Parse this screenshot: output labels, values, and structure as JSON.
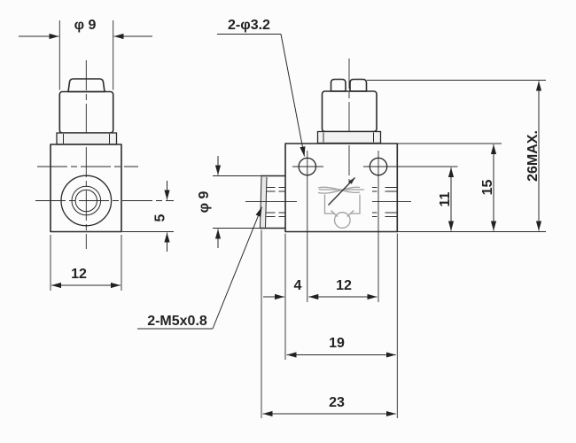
{
  "drawing": {
    "kind": "dimensioned technical drawing, two orthographic views of a miniature speed-controller valve with knurled adjustment knob"
  },
  "colors": {
    "line": "#2a2a2a",
    "engraving": "#a0a0a0",
    "background": "#fcfcfc"
  },
  "side_view": {
    "knob_diameter": "φ 9",
    "port_center_height": "5",
    "body_width": "12"
  },
  "front_view": {
    "mounting_holes": "2-φ3.2",
    "port_diameter": "φ 9",
    "port_threads": "2-M5x0.8",
    "hole_offset": "4",
    "hole_pitch": "12",
    "body_length": "19",
    "overall_length": "23",
    "port_height": "11",
    "body_height": "15",
    "max_height": "26MAX."
  }
}
